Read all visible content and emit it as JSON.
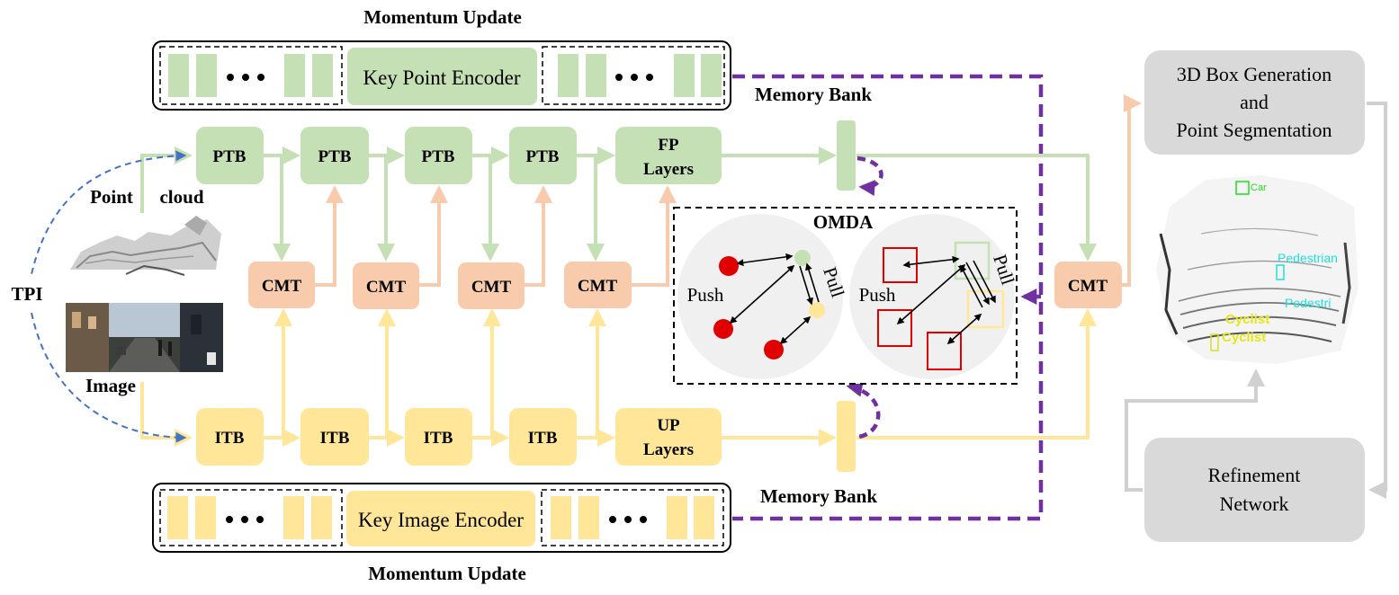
{
  "top_section": {
    "title": "Momentum Update",
    "encoder_label": "Key Point Encoder",
    "memory_bank_label": "Memory Bank"
  },
  "bottom_section": {
    "title": "Momentum Update",
    "encoder_label": "Key Image Encoder",
    "memory_bank_label": "Memory Bank"
  },
  "point_stream": {
    "blocks": [
      "PTB",
      "PTB",
      "PTB",
      "PTB"
    ],
    "fp_layers": [
      "FP",
      "Layers"
    ]
  },
  "image_stream": {
    "blocks": [
      "ITB",
      "ITB",
      "ITB",
      "ITB"
    ],
    "up_layers": [
      "UP",
      "Layers"
    ]
  },
  "cmt_blocks": [
    "CMT",
    "CMT",
    "CMT",
    "CMT"
  ],
  "final_cmt": "CMT",
  "inputs": {
    "point_cloud_label_1": "Point",
    "point_cloud_label_2": "cloud",
    "image_label": "Image",
    "tpi_label": "TPI"
  },
  "omda": {
    "title": "OMDA",
    "left_push": "Push",
    "left_pull": "Pull",
    "right_push": "Push",
    "right_pull": "Pull"
  },
  "outputs": {
    "box_generation": [
      "3D Box Generation",
      "and",
      "Point Segmentation"
    ],
    "refinement": [
      "Refinement",
      "Network"
    ]
  },
  "detections": {
    "labels": [
      "Car",
      "Pedestrian",
      "Pedestri",
      "Cyclist",
      "Cyclist"
    ]
  },
  "colors": {
    "green_fill": "#c5e0b4",
    "yellow_fill": "#ffe699",
    "orange_fill": "#f8cbad",
    "green_arrow": "#c5e0b4",
    "yellow_arrow": "#ffe699",
    "orange_arrow": "#f8cbad",
    "purple": "#7030a0",
    "blue_dashed": "#4472c4",
    "gray_box": "#d9d9d9",
    "gray_arrow": "#d0d0d0",
    "red": "#e00000"
  }
}
